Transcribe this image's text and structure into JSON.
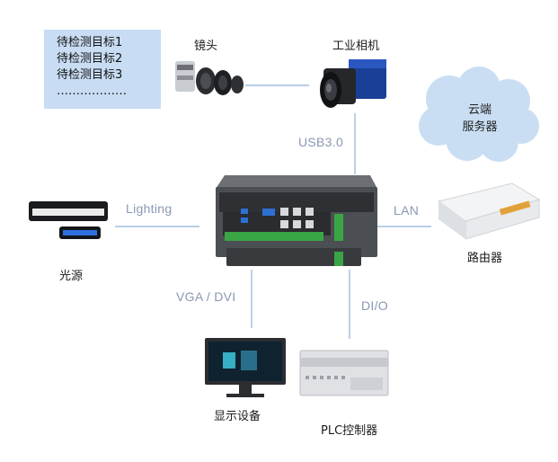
{
  "targets_box": {
    "lines": [
      "待检测目标1",
      "待检测目标2",
      "待检测目标3",
      "………………"
    ]
  },
  "nodes": {
    "lens": "镜头",
    "camera": "工业相机",
    "cloud_line1": "云端",
    "cloud_line2": "服务器",
    "light": "光源",
    "router": "路由器",
    "display": "显示设备",
    "plc": "PLC控制器"
  },
  "connections": {
    "usb": "USB3.0",
    "lighting": "Lighting",
    "lan": "LAN",
    "vga": "VGA / DVI",
    "dio": "DI/O"
  },
  "colors": {
    "line": "#8fb0d8",
    "conn_text": "#8a98b3",
    "target_bg": "#c8dcf3",
    "cloud": "#c9def3"
  }
}
